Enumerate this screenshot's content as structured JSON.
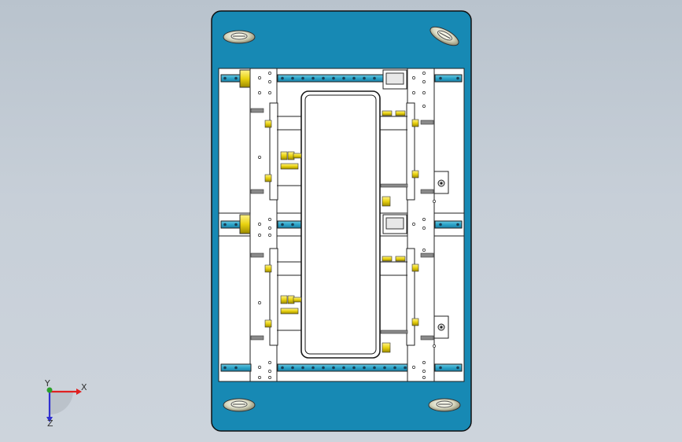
{
  "viewport": {
    "background": "#c7cfd8",
    "plate_color": "#1789b4",
    "rail_color": "#29a3c6",
    "part_color": "#ffffff",
    "accent_color": "#f2e21a",
    "edge_color": "#1b1b1b"
  },
  "axis_triad": {
    "x_label": "X",
    "y_label": "Y",
    "z_label": "Z",
    "x_color": "#e02020",
    "y_color": "#2aa02a",
    "z_color": "#3030d0"
  }
}
